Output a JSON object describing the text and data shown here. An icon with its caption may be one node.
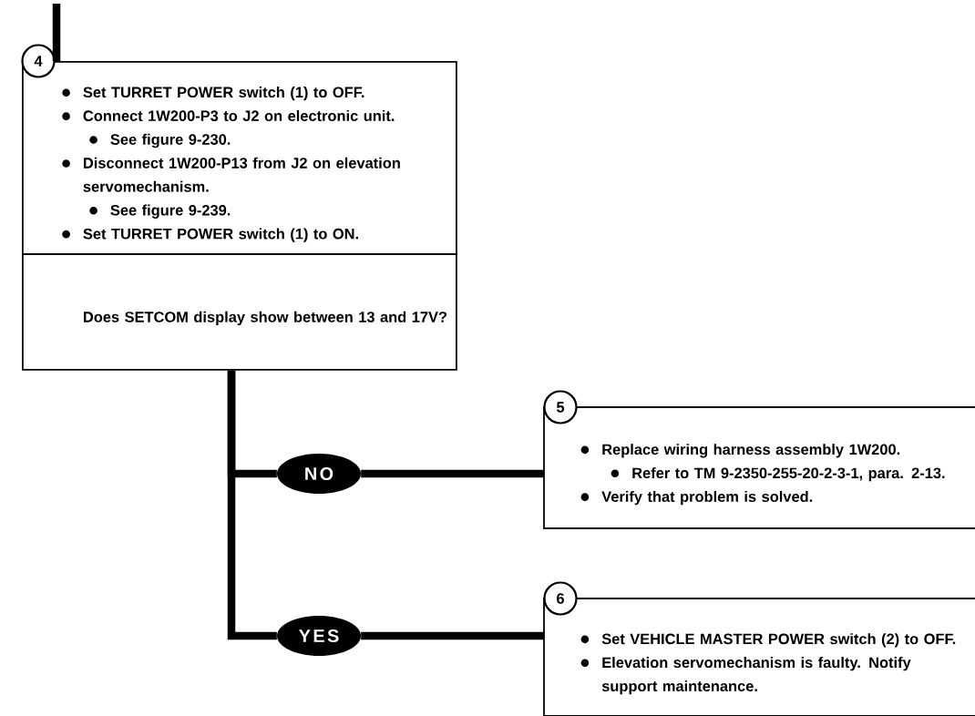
{
  "diagram": {
    "nodes": [
      {
        "text": [
          "4",
          "Set TURRET POWER switch (1) to OFF.",
          "Connect 1W200-P3 to J2 on electronic unit.",
          "See figure 9-230.",
          "Disconnect 1W200-P13 from J2 on elevation servomechanism.",
          "See figure 9-239.",
          "Set TURRET POWER switch (1) to ON."
        ]
      },
      {
        "text": [
          "Does SETCOM display show between 13 and 17V?"
        ]
      },
      {
        "text": [
          "NO"
        ]
      },
      {
        "text": [
          "YES"
        ]
      },
      {
        "text": [
          "5",
          "Replace wiring harness assembly 1W200.",
          "Refer to TM 9-2350-255-20-2-3-1, para. 2-13.",
          "Verify that problem is solved."
        ]
      },
      {
        "text": [
          "6",
          "Set VEHICLE MASTER POWER switch (2) to OFF.",
          "Elevation servomechanism is faulty. Notify support maintenance."
        ]
      }
    ],
    "edges": [
      {
        "from": null,
        "to": 0,
        "arrow": "none"
      },
      {
        "from": 1,
        "to": 2,
        "arrow": "none"
      },
      {
        "from": 2,
        "to": 4,
        "arrow": "none"
      },
      {
        "from": 1,
        "to": 3,
        "arrow": "none"
      },
      {
        "from": 3,
        "to": 5,
        "arrow": "none"
      }
    ]
  }
}
